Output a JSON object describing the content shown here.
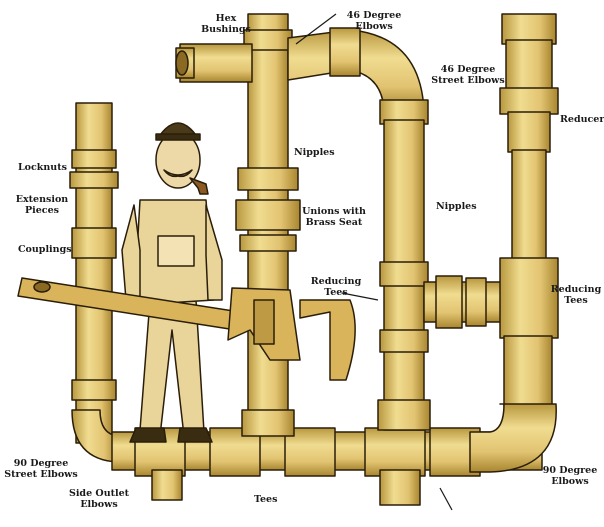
{
  "labels": {
    "hex_bushings": "Hex\nBushings",
    "elbows_46": "46 Degree\nElbows",
    "street_elbows_46": "46 Degree\nStreet Elbows",
    "reducers": "Reducers",
    "locknuts": "Locknuts",
    "extension_pieces": "Extension\nPieces",
    "couplings": "Couplings",
    "nipples_left": "Nipples",
    "unions": "Unions with\nBrass Seat",
    "nipples_right": "Nipples",
    "reducing_tees_left": "Reducing\nTees",
    "reducing_tees_right": "Reducing\nTees",
    "street_elbows_90": "90 Degree\nStreet Elbows",
    "side_outlet_elbows": "Side Outlet\nElbows",
    "tees": "Tees",
    "elbows_90": "90 Degree\nElbows"
  },
  "colors": {
    "pipe": "#E6CC7A",
    "pipe_shadow": "#B8973E",
    "outline": "#2A1E0A",
    "overalls": "#E9D49A",
    "skin": "#EDD9A8",
    "wrench": "#D9B45A"
  }
}
